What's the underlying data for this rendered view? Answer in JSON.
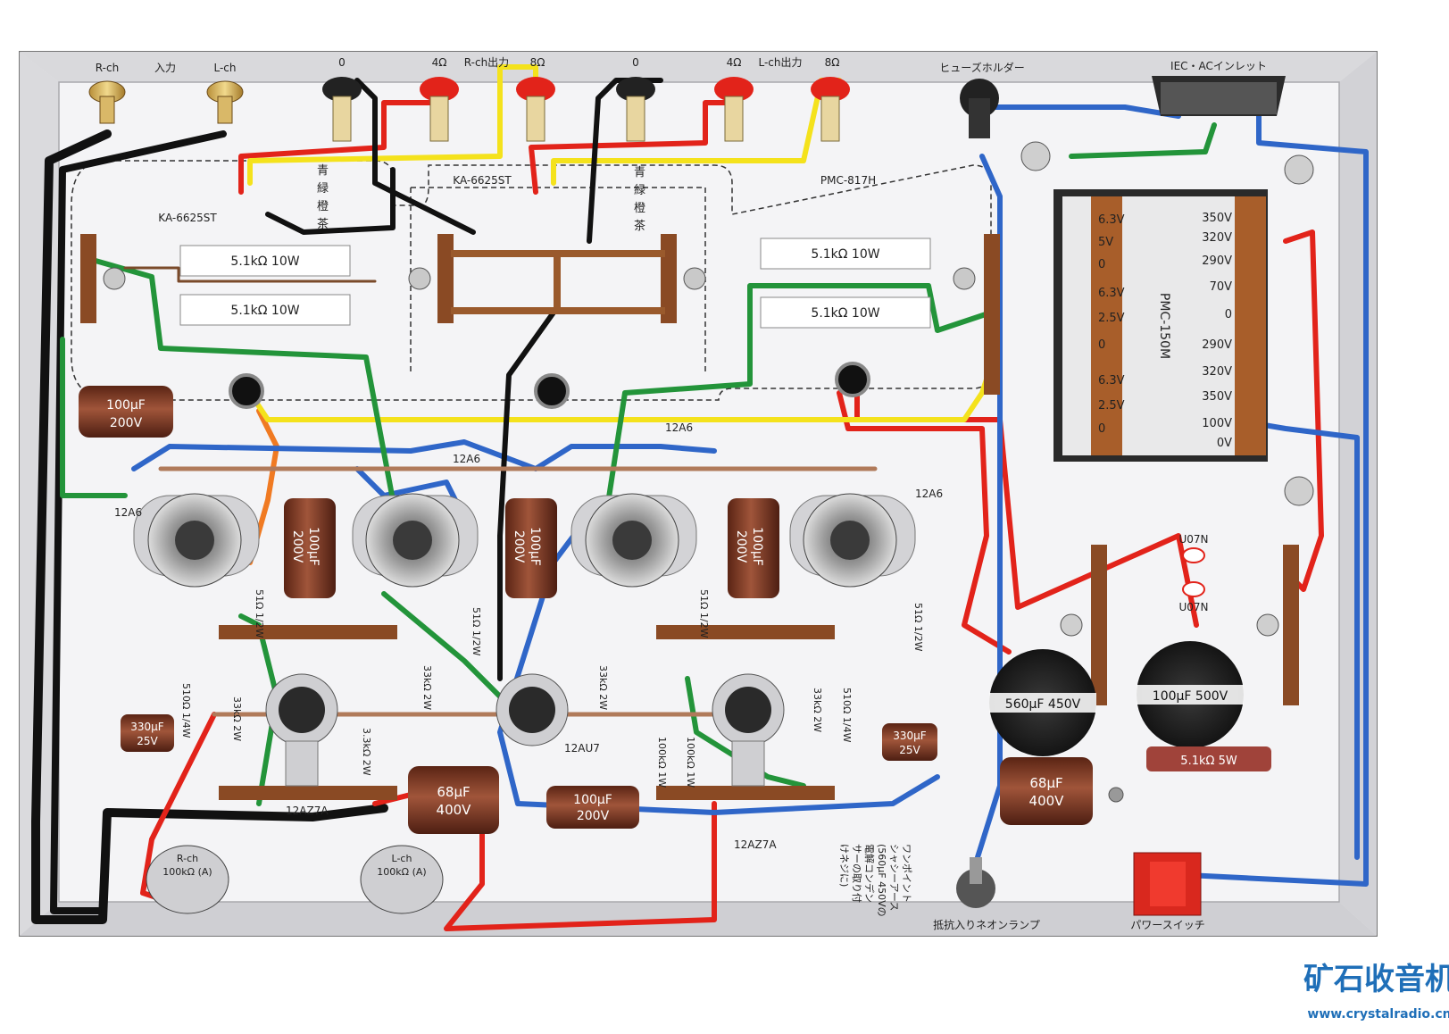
{
  "connectors": {
    "rch_in": "R-ch",
    "input": "入力",
    "lch_in": "L-ch",
    "zero_r": "0",
    "ohm4_r": "4Ω",
    "rch_out": "R-ch出力",
    "ohm8_r": "8Ω",
    "zero_l": "0",
    "ohm4_l": "4Ω",
    "lch_out": "L-ch出力",
    "ohm8_l": "8Ω",
    "fuse_holder": "ヒューズホルダー",
    "iec_inlet": "IEC・ACインレット"
  },
  "transformers": {
    "out_left": "KA-6625ST",
    "out_mid": "KA-6625ST",
    "choke": "PMC-817H",
    "power": "PMC-150M"
  },
  "wire_colors": {
    "ao": "青",
    "midori": "緑",
    "dai": "橙",
    "cha": "茶"
  },
  "wire_colors_b": {
    "ao": "青",
    "midori": "緑",
    "dai": "橙",
    "cha": "茶"
  },
  "power_taps_left": [
    "6.3V",
    "5V",
    "0",
    "6.3V",
    "2.5V",
    "0",
    "6.3V",
    "2.5V",
    "0"
  ],
  "power_taps_right": [
    "350V",
    "320V",
    "290V",
    "70V",
    "0",
    "290V",
    "320V",
    "350V",
    "100V",
    "0V"
  ],
  "resistors": {
    "r1": "5.1kΩ 10W",
    "r2": "5.1kΩ 10W",
    "r3": "5.1kΩ 10W",
    "r4": "5.1kΩ 10W",
    "r5": "5.1kΩ 5W",
    "r51a": "51Ω 1/2W",
    "r51b": "51Ω 1/2W",
    "r51c": "51Ω 1/2W",
    "r51d": "51Ω 1/2W",
    "r510a": "510Ω 1/4W",
    "r510b": "510Ω 1/4W",
    "r33a": "33kΩ 2W",
    "r33b": "33kΩ 2W",
    "r33c": "33kΩ 2W",
    "r33d": "33kΩ 2W",
    "r3k3": "3.3kΩ 2W",
    "r100ka": "100kΩ 1W",
    "r100kb": "100kΩ 1W"
  },
  "capacitors": {
    "c1": [
      "100μF",
      "200V"
    ],
    "c2": [
      "100μF",
      "200V"
    ],
    "c3": [
      "100μF",
      "200V"
    ],
    "c4": [
      "100μF",
      "200V"
    ],
    "c5": [
      "100μF",
      "200V"
    ],
    "c330a": [
      "330μF",
      "25V"
    ],
    "c330b": [
      "330μF",
      "25V"
    ],
    "c68a": [
      "68μF",
      "400V"
    ],
    "c68b": [
      "68μF",
      "400V"
    ],
    "c560": "560μF 450V",
    "c100_500": "100μF 500V"
  },
  "tubes": {
    "t1": "12A6",
    "t2": "12A6",
    "t3": "12A6",
    "t4": "12A6",
    "t5": "12AU7",
    "t6": "12AZ7A",
    "t7": "12AZ7A"
  },
  "diodes": {
    "d1": "U07N",
    "d2": "U07N"
  },
  "pots": {
    "r": [
      "R-ch",
      "100kΩ (A)"
    ],
    "l": [
      "L-ch",
      "100kΩ (A)"
    ]
  },
  "bottom": {
    "neon": "抵抗入りネオンランプ",
    "power_switch": "パワースイッチ",
    "note": [
      "ワンポイント",
      "シャシーアース",
      "(560μF 450Vの",
      "電解コンデン",
      "サーの取り付",
      "けネジに)"
    ]
  },
  "watermark": {
    "brand": "矿石收音机",
    "url": "www.crystalradio.cn"
  },
  "colors": {
    "chassis": "#f2f2f4",
    "chassis_edge": "#b9b9bd",
    "wire_red": "#e2231a",
    "wire_blue": "#2f66c8",
    "wire_green": "#23943a",
    "wire_yellow": "#f4e21c",
    "wire_black": "#111111",
    "wire_orange": "#f07a22",
    "copper": "#9a5a2c",
    "cap_brown": "#7a3a24",
    "transformer": "#a85e2a"
  }
}
